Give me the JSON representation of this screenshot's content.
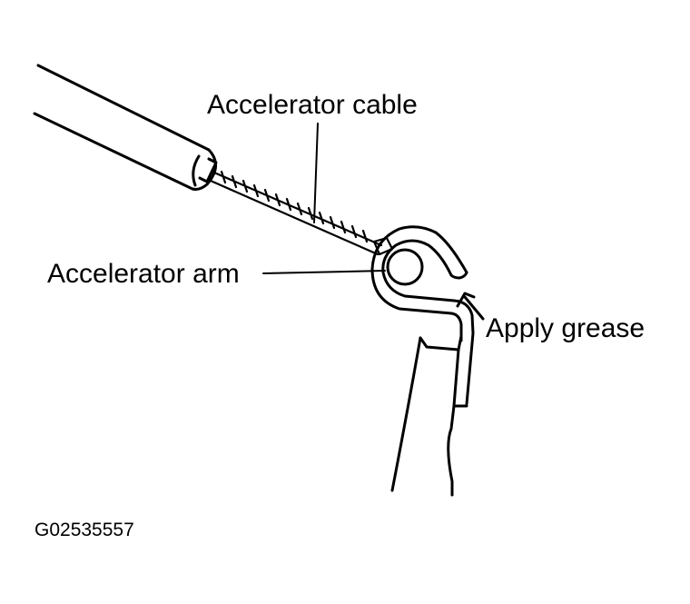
{
  "labels": {
    "cable": "Accelerator cable",
    "arm": "Accelerator arm",
    "grease": "Apply grease"
  },
  "figure_code": "G02535557",
  "colors": {
    "line": "#000000",
    "background": "#ffffff"
  }
}
